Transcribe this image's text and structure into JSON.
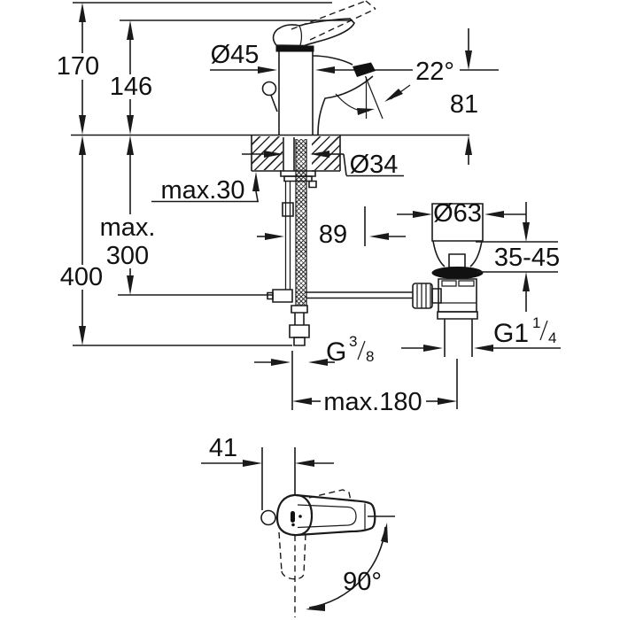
{
  "drawing": {
    "type": "faucet installation dimension drawing",
    "ink_color": "#1a1a1a",
    "background": "#ffffff"
  },
  "labels": {
    "d170": "170",
    "d146": "146",
    "d45": "Ø45",
    "d22": "22°",
    "d81": "81",
    "d34": "Ø34",
    "dmax30": "max.30",
    "dmaxw": "max.",
    "d300": "300",
    "d400": "400",
    "d89": "89",
    "d63": "Ø63",
    "d3545": "35-45",
    "dmax180": "max.180",
    "d41": "41",
    "d90": "90°",
    "g38_base": "G",
    "g38_num": "3",
    "g38_den": "8",
    "g114_base": "G1",
    "g114_num": "1",
    "g114_den": "4"
  }
}
